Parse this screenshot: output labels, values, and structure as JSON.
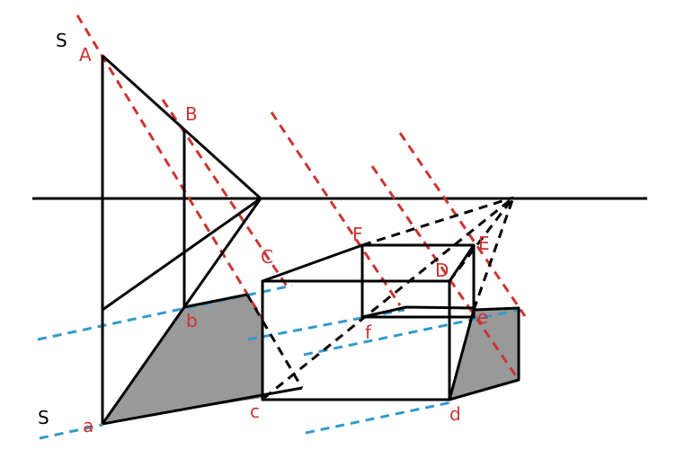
{
  "diagram": {
    "title": "Perspective shadow construction",
    "colors": {
      "line": "#000000",
      "light_ray": "#cc3333",
      "ground_trace": "#3399cc",
      "shadow": "#999999",
      "label_red": "#cc3333",
      "label_black": "#000000"
    },
    "labels": {
      "s_top": "S",
      "s_bottom": "S",
      "A": "A",
      "B": "B",
      "C": "C",
      "D": "D",
      "E": "E",
      "F": "F",
      "a": "a",
      "b": "b",
      "c": "c",
      "d": "d",
      "e": "e",
      "f": "f"
    }
  }
}
